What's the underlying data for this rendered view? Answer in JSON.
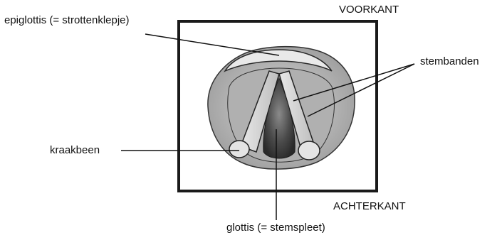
{
  "diagram": {
    "labels": {
      "front": "VOORKANT",
      "back": "ACHTERKANT",
      "epiglottis": "epiglottis (= strottenklepje)",
      "vocal_cords": "stembanden",
      "cartilage": "kraakbeen",
      "glottis": "glottis (= stemspleet)"
    }
  }
}
